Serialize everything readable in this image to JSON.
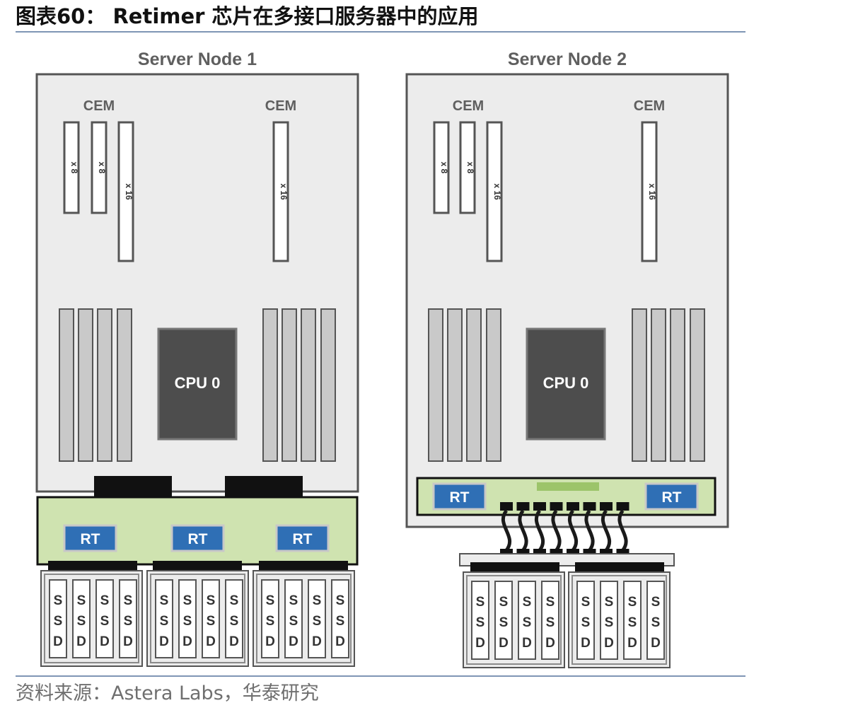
{
  "title": "图表60：  Retimer 芯片在多接口服务器中的应用",
  "source": "资料来源：Astera Labs，华泰研究",
  "node1": {
    "label": "Server Node 1",
    "cem_left": "CEM",
    "cem_right": "CEM",
    "slot_a": "x 8",
    "slot_b": "x 8",
    "slot_c": "x 16",
    "slot_d": "x 16",
    "cpu": "CPU 0",
    "rt": [
      "RT",
      "RT",
      "RT"
    ]
  },
  "node2": {
    "label": "Server Node 2",
    "cem_left": "CEM",
    "cem_right": "CEM",
    "slot_a": "x 8",
    "slot_b": "x 8",
    "slot_c": "x 16",
    "slot_d": "x 16",
    "cpu": "CPU 0",
    "rt": [
      "RT",
      "RT"
    ]
  },
  "ssd_letters": [
    "S",
    "S",
    "D"
  ],
  "colors": {
    "board": "#ececec",
    "board_border": "#555555",
    "retimer_board": "#cfe3b0",
    "rt_chip": "#2f6fb5",
    "cpu": "#4d4d4d",
    "rule": "#7f95b5",
    "header_text": "#5f5f5f"
  }
}
